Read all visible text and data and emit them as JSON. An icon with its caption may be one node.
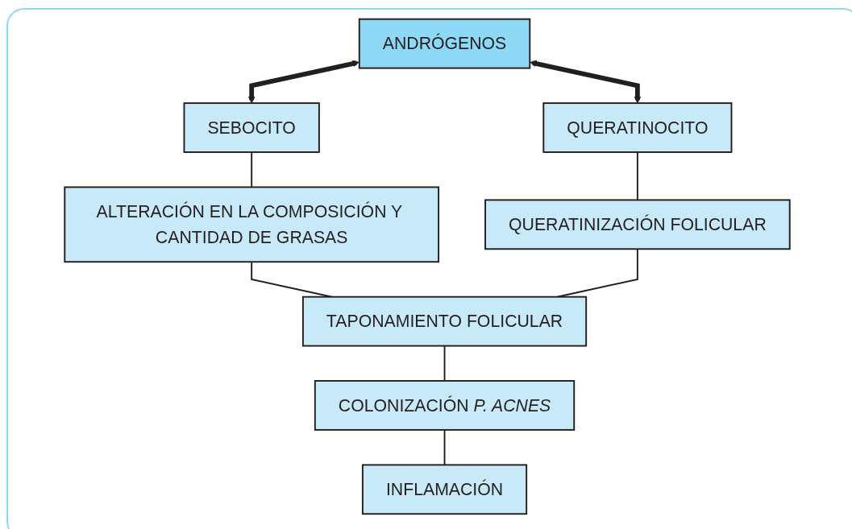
{
  "diagram": {
    "nodes": [
      {
        "text": [
          "ANDRÓGENOS"
        ]
      },
      {
        "text": [
          "SEBOCITO"
        ]
      },
      {
        "text": [
          "QUERATINOCITO"
        ]
      },
      {
        "text": [
          "ALTERACIÓN EN LA COMPOSICIÓN Y CANTIDAD DE GRASAS"
        ]
      },
      {
        "text": [
          "QUERATINIZACIÓN FOLICULAR"
        ]
      },
      {
        "text": [
          "TAPONAMIENTO FOLICULAR"
        ]
      },
      {
        "text": [
          "COLONIZACIÓN *P. ACNES*"
        ]
      },
      {
        "text": [
          "INFLAMACIÓN"
        ]
      }
    ],
    "edges": [
      {
        "from": 0,
        "to": 1,
        "arrow": "both",
        "style": "thick"
      },
      {
        "from": 0,
        "to": 2,
        "arrow": "both",
        "style": "thick"
      },
      {
        "from": 1,
        "to": 3,
        "arrow": "none"
      },
      {
        "from": 2,
        "to": 4,
        "arrow": "none"
      },
      {
        "from": 3,
        "to": 5,
        "arrow": "none"
      },
      {
        "from": 4,
        "to": 5,
        "arrow": "none"
      },
      {
        "from": 5,
        "to": 6,
        "arrow": "none"
      },
      {
        "from": 6,
        "to": 7,
        "arrow": "none"
      }
    ]
  }
}
